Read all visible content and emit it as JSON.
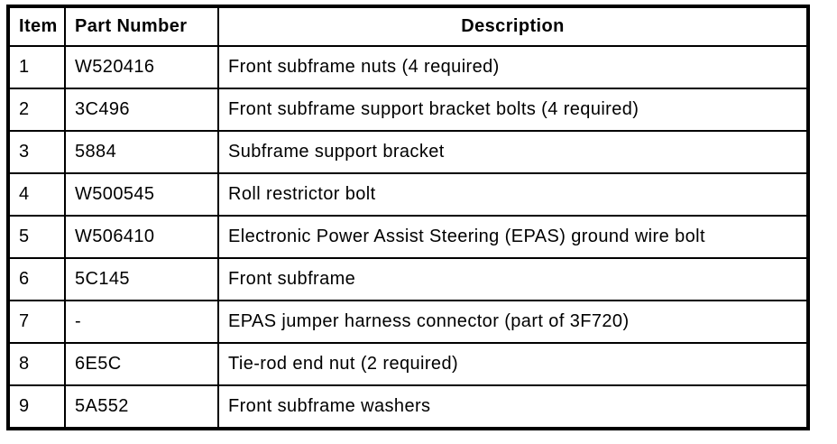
{
  "page": {
    "background_color": "#ffffff",
    "text_color": "#000000",
    "border_color": "#000000"
  },
  "table": {
    "headers": [
      "Item",
      "Part Number",
      "Description"
    ],
    "rows": [
      {
        "item": "1",
        "part": "W520416",
        "desc": "Front subframe nuts (4 required)"
      },
      {
        "item": "2",
        "part": "3C496",
        "desc": "Front subframe support bracket bolts (4 required)"
      },
      {
        "item": "3",
        "part": "5884",
        "desc": "Subframe support bracket"
      },
      {
        "item": "4",
        "part": "W500545",
        "desc": "Roll restrictor bolt"
      },
      {
        "item": "5",
        "part": "W506410",
        "desc": "Electronic Power Assist Steering (EPAS) ground wire bolt"
      },
      {
        "item": "6",
        "part": "5C145",
        "desc": "Front subframe"
      },
      {
        "item": "7",
        "part": "-",
        "desc": "EPAS jumper harness connector (part of 3F720)"
      },
      {
        "item": "8",
        "part": "6E5C",
        "desc": "Tie-rod end nut (2 required)"
      },
      {
        "item": "9",
        "part": "5A552",
        "desc": "Front subframe washers"
      }
    ]
  }
}
